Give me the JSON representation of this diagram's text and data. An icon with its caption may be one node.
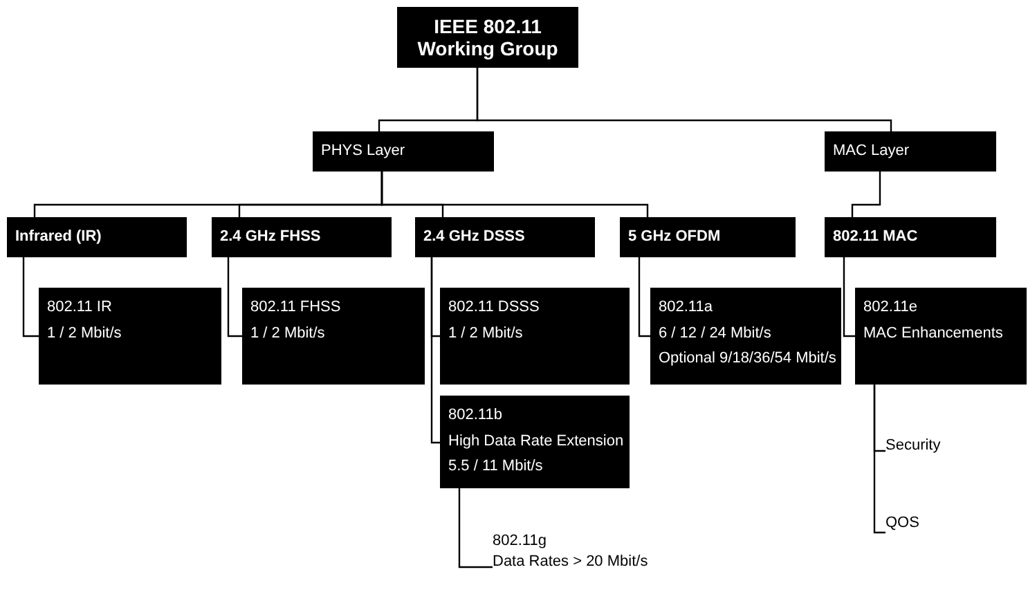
{
  "diagram": {
    "nodes": [
      {
        "text": [
          "IEEE 802.11 Working Group"
        ]
      },
      {
        "text": [
          "PHYS Layer"
        ]
      },
      {
        "text": [
          "MAC Layer"
        ]
      },
      {
        "text": [
          "Infrared (IR)"
        ]
      },
      {
        "text": [
          "2.4 GHz FHSS"
        ]
      },
      {
        "text": [
          "2.4 GHz DSSS"
        ]
      },
      {
        "text": [
          "5 GHz OFDM"
        ]
      },
      {
        "text": [
          "802.11 MAC"
        ]
      },
      {
        "text": [
          "802.11 IR",
          "1 / 2 Mbit/s"
        ]
      },
      {
        "text": [
          "802.11 FHSS",
          "1 / 2 Mbit/s"
        ]
      },
      {
        "text": [
          "802.11 DSSS",
          "1 / 2 Mbit/s"
        ]
      },
      {
        "text": [
          "802.11a",
          "6 / 12 / 24 Mbit/s",
          "Optional 9/18/36/54 Mbit/s"
        ]
      },
      {
        "text": [
          "802.11e",
          "MAC Enhancements"
        ]
      },
      {
        "text": [
          "802.11b",
          "High Data Rate Extension",
          "5.5 / 11 Mbit/s"
        ]
      },
      {
        "text": [
          "802.11g",
          "Data Rates > 20 Mbit/s"
        ]
      },
      {
        "text": [
          "Security"
        ]
      },
      {
        "text": [
          "QOS"
        ]
      }
    ],
    "edges": [
      {
        "from": 0,
        "to": 1,
        "arrow": "none"
      },
      {
        "from": 0,
        "to": 2,
        "arrow": "none"
      },
      {
        "from": 1,
        "to": 3,
        "arrow": "none"
      },
      {
        "from": 1,
        "to": 4,
        "arrow": "none"
      },
      {
        "from": 1,
        "to": 5,
        "arrow": "none"
      },
      {
        "from": 1,
        "to": 6,
        "arrow": "none"
      },
      {
        "from": 2,
        "to": 7,
        "arrow": "none"
      },
      {
        "from": 3,
        "to": 8,
        "arrow": "none"
      },
      {
        "from": 4,
        "to": 9,
        "arrow": "none"
      },
      {
        "from": 5,
        "to": 10,
        "arrow": "none"
      },
      {
        "from": 6,
        "to": 11,
        "arrow": "none"
      },
      {
        "from": 7,
        "to": 12,
        "arrow": "none"
      },
      {
        "from": 5,
        "to": 13,
        "arrow": "none"
      },
      {
        "from": 13,
        "to": 14,
        "arrow": "none"
      },
      {
        "from": 12,
        "to": 15,
        "arrow": "none"
      },
      {
        "from": 12,
        "to": 16,
        "arrow": "none"
      }
    ]
  }
}
